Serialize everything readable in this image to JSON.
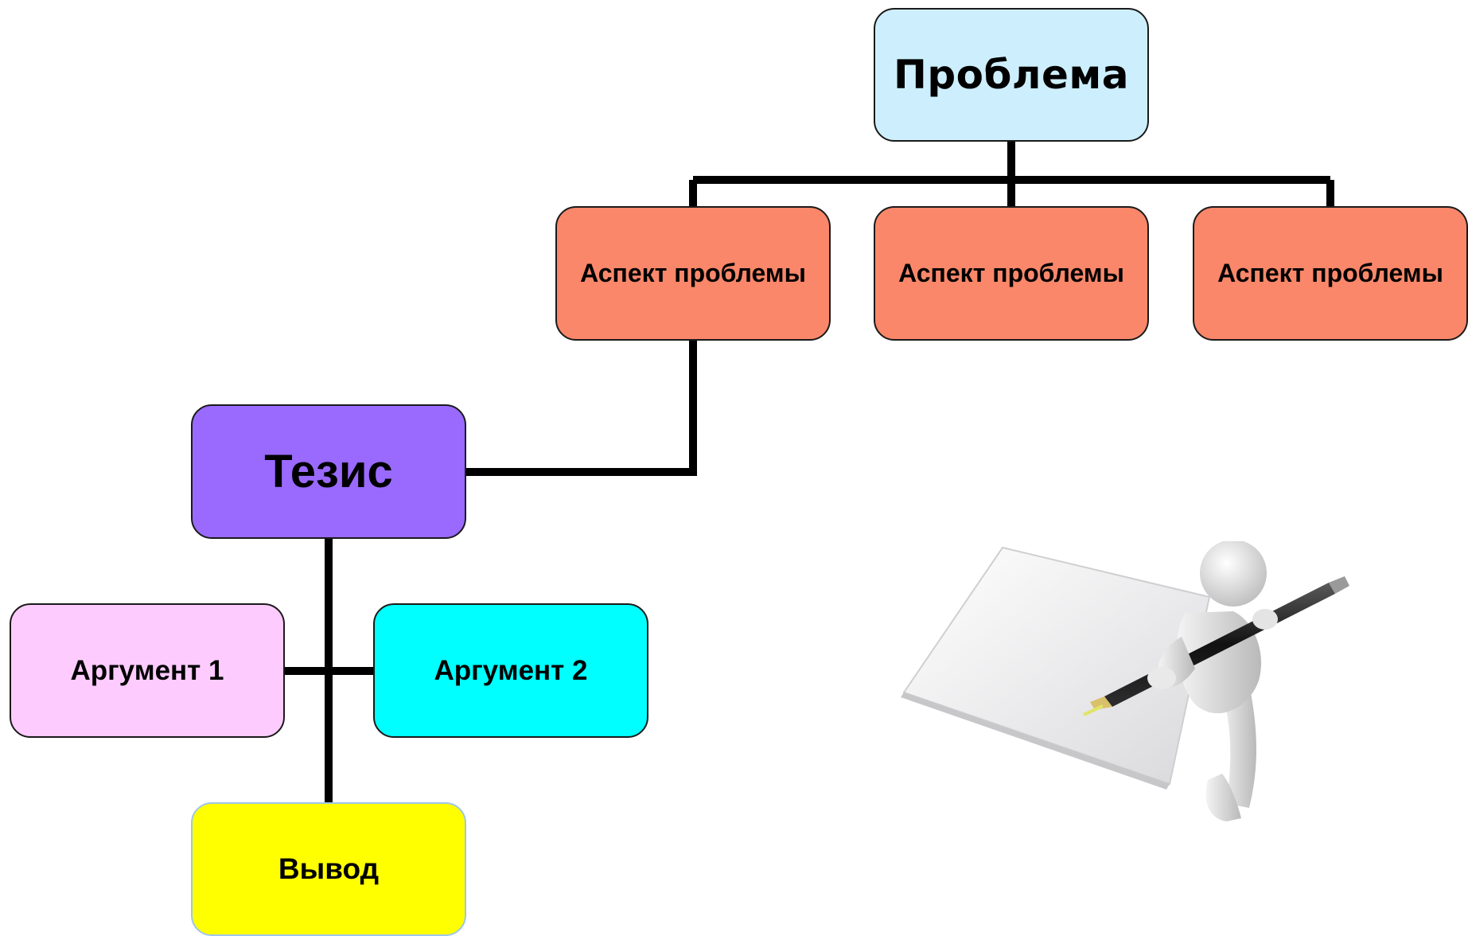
{
  "diagram": {
    "problem": {
      "label": "Проблема",
      "color": "#cdeffd"
    },
    "aspects": [
      {
        "label": "Аспект проблемы",
        "color": "#fa876a"
      },
      {
        "label": "Аспект проблемы",
        "color": "#fa876a"
      },
      {
        "label": "Аспект проблемы",
        "color": "#fa876a"
      }
    ],
    "thesis": {
      "label": "Тезис",
      "color": "#9a6aff"
    },
    "arguments": [
      {
        "label": "Аргумент 1",
        "color": "#fecbfe"
      },
      {
        "label": "Аргумент 2",
        "color": "#00ffff"
      }
    ],
    "conclusion": {
      "label": "Вывод",
      "color": "#ffff00"
    },
    "connector_color": "#000000",
    "illustration": "3d-figure-writing-with-pen-on-paper"
  }
}
